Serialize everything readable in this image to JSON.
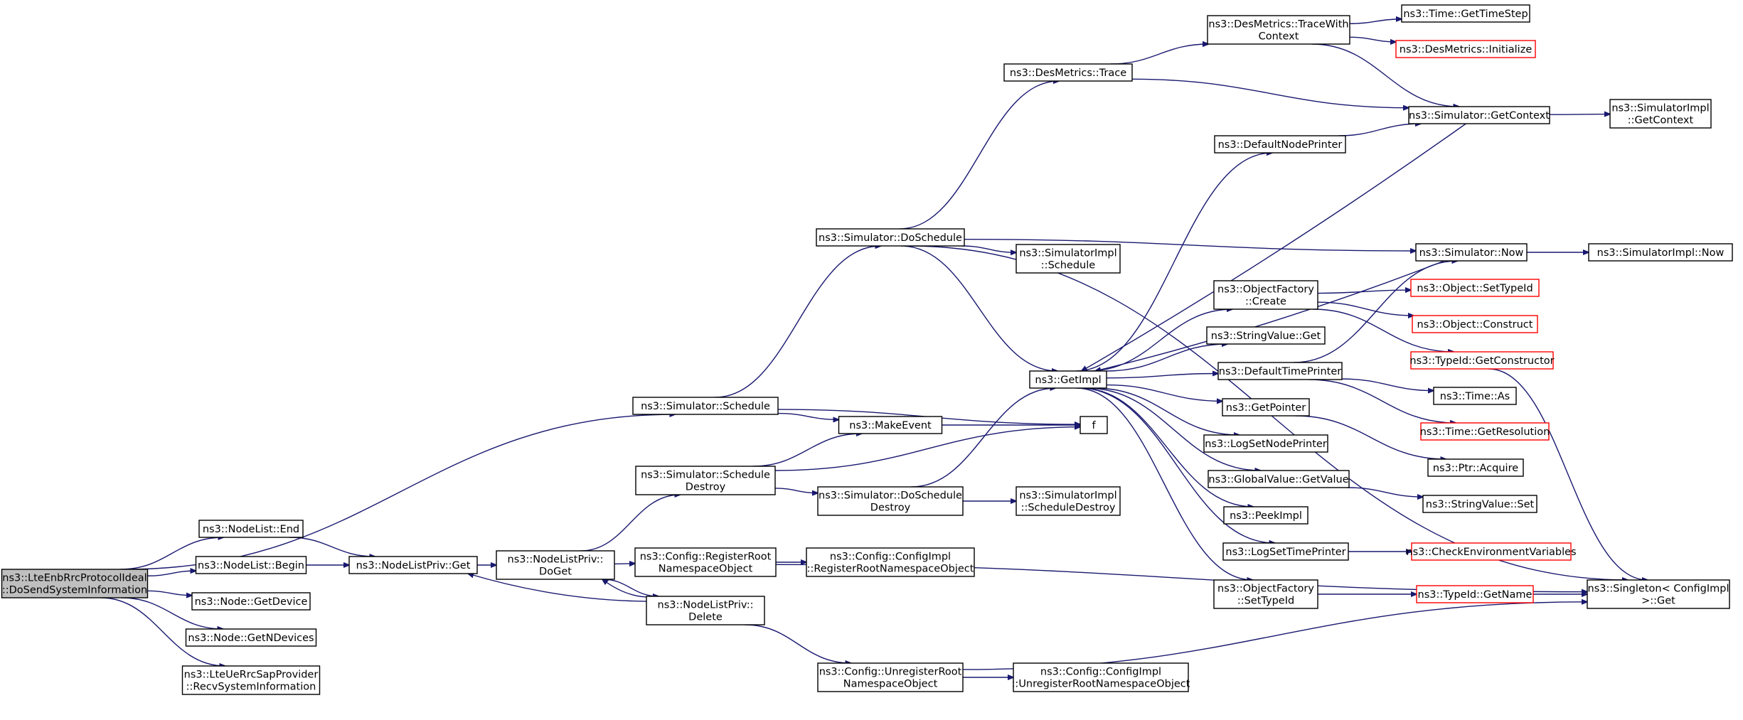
{
  "colors": {
    "edge": "#191970",
    "node_border": "#000000",
    "node_border_truncated": "#ff0000",
    "root_fill": "#bfbfbf",
    "node_fill": "#ffffff"
  },
  "nodes": [
    {
      "id": "root",
      "lines": [
        "ns3::LteEnbRrcProtocolIdeal",
        "::DoSendSystemInformation"
      ],
      "kind": "root"
    },
    {
      "id": "nl_end",
      "lines": [
        "ns3::NodeList::End"
      ],
      "kind": "normal"
    },
    {
      "id": "nl_begin",
      "lines": [
        "ns3::NodeList::Begin"
      ],
      "kind": "normal"
    },
    {
      "id": "node_getdevice",
      "lines": [
        "ns3::Node::GetDevice"
      ],
      "kind": "normal"
    },
    {
      "id": "node_getndevices",
      "lines": [
        "ns3::Node::GetNDevices"
      ],
      "kind": "normal"
    },
    {
      "id": "recvsysinfo",
      "lines": [
        "ns3::LteUeRrcSapProvider",
        "::RecvSystemInformation"
      ],
      "kind": "normal"
    },
    {
      "id": "nlp_get",
      "lines": [
        "ns3::NodeListPriv::Get"
      ],
      "kind": "normal"
    },
    {
      "id": "nlp_doget",
      "lines": [
        "ns3::NodeListPriv::",
        "DoGet"
      ],
      "kind": "normal"
    },
    {
      "id": "sim_schedule",
      "lines": [
        "ns3::Simulator::Schedule"
      ],
      "kind": "normal"
    },
    {
      "id": "sim_scheddestroy",
      "lines": [
        "ns3::Simulator::Schedule",
        "Destroy"
      ],
      "kind": "normal"
    },
    {
      "id": "cfg_regroot",
      "lines": [
        "ns3::Config::RegisterRoot",
        "NamespaceObject"
      ],
      "kind": "normal"
    },
    {
      "id": "nlp_delete",
      "lines": [
        "ns3::NodeListPriv::",
        "Delete"
      ],
      "kind": "normal"
    },
    {
      "id": "sim_doschedule",
      "lines": [
        "ns3::Simulator::DoSchedule"
      ],
      "kind": "normal"
    },
    {
      "id": "makeevent",
      "lines": [
        "ns3::MakeEvent"
      ],
      "kind": "normal"
    },
    {
      "id": "sim_doscheddestroy",
      "lines": [
        "ns3::Simulator::DoSchedule",
        "Destroy"
      ],
      "kind": "normal"
    },
    {
      "id": "cfgimpl_reg",
      "lines": [
        "ns3::Config::ConfigImpl",
        "::RegisterRootNamespaceObject"
      ],
      "kind": "normal"
    },
    {
      "id": "cfg_unregroot",
      "lines": [
        "ns3::Config::UnregisterRoot",
        "NamespaceObject"
      ],
      "kind": "normal"
    },
    {
      "id": "desmetrics_trace",
      "lines": [
        "ns3::DesMetrics::Trace"
      ],
      "kind": "normal"
    },
    {
      "id": "simimpl_schedule",
      "lines": [
        "ns3::SimulatorImpl",
        "::Schedule"
      ],
      "kind": "normal"
    },
    {
      "id": "getimpl",
      "lines": [
        "ns3::GetImpl"
      ],
      "kind": "normal"
    },
    {
      "id": "f",
      "lines": [
        "f"
      ],
      "kind": "normal"
    },
    {
      "id": "simimpl_scheddestroy",
      "lines": [
        "ns3::SimulatorImpl",
        "::ScheduleDestroy"
      ],
      "kind": "normal"
    },
    {
      "id": "cfgimpl_unreg",
      "lines": [
        "ns3::Config::ConfigImpl",
        "::UnregisterRootNamespaceObject"
      ],
      "kind": "normal"
    },
    {
      "id": "desmetrics_tracewctx",
      "lines": [
        "ns3::DesMetrics::TraceWith",
        "Context"
      ],
      "kind": "normal"
    },
    {
      "id": "defaultnodeprinter",
      "lines": [
        "ns3::DefaultNodePrinter"
      ],
      "kind": "normal"
    },
    {
      "id": "objfactory_create",
      "lines": [
        "ns3::ObjectFactory",
        "::Create"
      ],
      "kind": "normal"
    },
    {
      "id": "stringvalue_get",
      "lines": [
        "ns3::StringValue::Get"
      ],
      "kind": "normal"
    },
    {
      "id": "defaulttimeprinter",
      "lines": [
        "ns3::DefaultTimePrinter"
      ],
      "kind": "normal"
    },
    {
      "id": "getpointer",
      "lines": [
        "ns3::GetPointer"
      ],
      "kind": "normal"
    },
    {
      "id": "logsetnodeprinter",
      "lines": [
        "ns3::LogSetNodePrinter"
      ],
      "kind": "normal"
    },
    {
      "id": "globalvalue_getvalue",
      "lines": [
        "ns3::GlobalValue::GetValue"
      ],
      "kind": "normal"
    },
    {
      "id": "peekimpl",
      "lines": [
        "ns3::PeekImpl"
      ],
      "kind": "normal"
    },
    {
      "id": "logsettimeprinter",
      "lines": [
        "ns3::LogSetTimePrinter"
      ],
      "kind": "normal"
    },
    {
      "id": "objfactory_settypeid",
      "lines": [
        "ns3::ObjectFactory",
        "::SetTypeId"
      ],
      "kind": "normal"
    },
    {
      "id": "time_gettimestep",
      "lines": [
        "ns3::Time::GetTimeStep"
      ],
      "kind": "normal"
    },
    {
      "id": "desmetrics_initialize",
      "lines": [
        "ns3::DesMetrics::Initialize"
      ],
      "kind": "truncated"
    },
    {
      "id": "sim_getcontext",
      "lines": [
        "ns3::Simulator::GetContext"
      ],
      "kind": "normal"
    },
    {
      "id": "sim_now",
      "lines": [
        "ns3::Simulator::Now"
      ],
      "kind": "normal"
    },
    {
      "id": "object_settypeid",
      "lines": [
        "ns3::Object::SetTypeId"
      ],
      "kind": "truncated"
    },
    {
      "id": "object_construct",
      "lines": [
        "ns3::Object::Construct"
      ],
      "kind": "truncated"
    },
    {
      "id": "typeid_getconstructor",
      "lines": [
        "ns3::TypeId::GetConstructor"
      ],
      "kind": "truncated"
    },
    {
      "id": "time_as",
      "lines": [
        "ns3::Time::As"
      ],
      "kind": "normal"
    },
    {
      "id": "time_getresolution",
      "lines": [
        "ns3::Time::GetResolution"
      ],
      "kind": "truncated"
    },
    {
      "id": "ptr_acquire",
      "lines": [
        "ns3::Ptr::Acquire"
      ],
      "kind": "normal"
    },
    {
      "id": "stringvalue_set",
      "lines": [
        "ns3::StringValue::Set"
      ],
      "kind": "normal"
    },
    {
      "id": "checkenvvars",
      "lines": [
        "ns3::CheckEnvironmentVariables"
      ],
      "kind": "truncated"
    },
    {
      "id": "typeid_getname",
      "lines": [
        "ns3::TypeId::GetName"
      ],
      "kind": "truncated"
    },
    {
      "id": "simimpl_getcontext",
      "lines": [
        "ns3::SimulatorImpl",
        "::GetContext"
      ],
      "kind": "normal"
    },
    {
      "id": "simimpl_now",
      "lines": [
        "ns3::SimulatorImpl::Now"
      ],
      "kind": "normal"
    },
    {
      "id": "singleton_get",
      "lines": [
        "ns3::Singleton< ConfigImpl",
        " >::Get"
      ],
      "kind": "normal"
    }
  ],
  "edges": [
    [
      "root",
      "sim_schedule"
    ],
    [
      "root",
      "nl_end"
    ],
    [
      "root",
      "nl_begin"
    ],
    [
      "root",
      "node_getdevice"
    ],
    [
      "root",
      "node_getndevices"
    ],
    [
      "root",
      "recvsysinfo"
    ],
    [
      "nl_end",
      "nlp_get"
    ],
    [
      "nl_begin",
      "nlp_get"
    ],
    [
      "nlp_get",
      "nlp_doget"
    ],
    [
      "nlp_doget",
      "sim_scheddestroy"
    ],
    [
      "nlp_doget",
      "cfg_regroot"
    ],
    [
      "nlp_doget",
      "nlp_delete"
    ],
    [
      "nlp_delete",
      "nlp_doget"
    ],
    [
      "nlp_delete",
      "nlp_get"
    ],
    [
      "nlp_delete",
      "cfg_unregroot"
    ],
    [
      "sim_schedule",
      "sim_doschedule"
    ],
    [
      "sim_schedule",
      "makeevent"
    ],
    [
      "sim_schedule",
      "f"
    ],
    [
      "sim_scheddestroy",
      "makeevent"
    ],
    [
      "sim_scheddestroy",
      "f"
    ],
    [
      "sim_scheddestroy",
      "sim_doscheddestroy"
    ],
    [
      "makeevent",
      "f"
    ],
    [
      "sim_doscheddestroy",
      "getimpl"
    ],
    [
      "sim_doscheddestroy",
      "simimpl_scheddestroy"
    ],
    [
      "cfg_regroot",
      "cfgimpl_reg"
    ],
    [
      "cfg_regroot",
      "singleton_get"
    ],
    [
      "cfg_unregroot",
      "cfgimpl_unreg"
    ],
    [
      "cfg_unregroot",
      "singleton_get"
    ],
    [
      "sim_doschedule",
      "desmetrics_trace"
    ],
    [
      "sim_doschedule",
      "sim_now"
    ],
    [
      "sim_doschedule",
      "singleton_get"
    ],
    [
      "sim_doschedule",
      "simimpl_schedule"
    ],
    [
      "sim_doschedule",
      "getimpl"
    ],
    [
      "desmetrics_trace",
      "desmetrics_tracewctx"
    ],
    [
      "desmetrics_trace",
      "sim_getcontext"
    ],
    [
      "desmetrics_tracewctx",
      "time_gettimestep"
    ],
    [
      "desmetrics_tracewctx",
      "desmetrics_initialize"
    ],
    [
      "desmetrics_tracewctx",
      "sim_getcontext"
    ],
    [
      "getimpl",
      "defaultnodeprinter"
    ],
    [
      "getimpl",
      "objfactory_create"
    ],
    [
      "getimpl",
      "stringvalue_get"
    ],
    [
      "getimpl",
      "defaulttimeprinter"
    ],
    [
      "getimpl",
      "getpointer"
    ],
    [
      "getimpl",
      "logsetnodeprinter"
    ],
    [
      "getimpl",
      "globalvalue_getvalue"
    ],
    [
      "getimpl",
      "peekimpl"
    ],
    [
      "getimpl",
      "logsettimeprinter"
    ],
    [
      "getimpl",
      "objfactory_settypeid"
    ],
    [
      "sim_getcontext",
      "getimpl"
    ],
    [
      "sim_getcontext",
      "simimpl_getcontext"
    ],
    [
      "sim_now",
      "getimpl"
    ],
    [
      "sim_now",
      "simimpl_now"
    ],
    [
      "defaultnodeprinter",
      "sim_getcontext"
    ],
    [
      "objfactory_create",
      "object_settypeid"
    ],
    [
      "objfactory_create",
      "object_construct"
    ],
    [
      "objfactory_create",
      "typeid_getconstructor"
    ],
    [
      "defaulttimeprinter",
      "sim_now"
    ],
    [
      "defaulttimeprinter",
      "time_as"
    ],
    [
      "defaulttimeprinter",
      "time_getresolution"
    ],
    [
      "getpointer",
      "ptr_acquire"
    ],
    [
      "globalvalue_getvalue",
      "stringvalue_set"
    ],
    [
      "logsettimeprinter",
      "checkenvvars"
    ],
    [
      "objfactory_settypeid",
      "typeid_getname"
    ],
    [
      "typeid_getname",
      "singleton_get"
    ],
    [
      "typeid_getconstructor",
      "singleton_get"
    ]
  ]
}
